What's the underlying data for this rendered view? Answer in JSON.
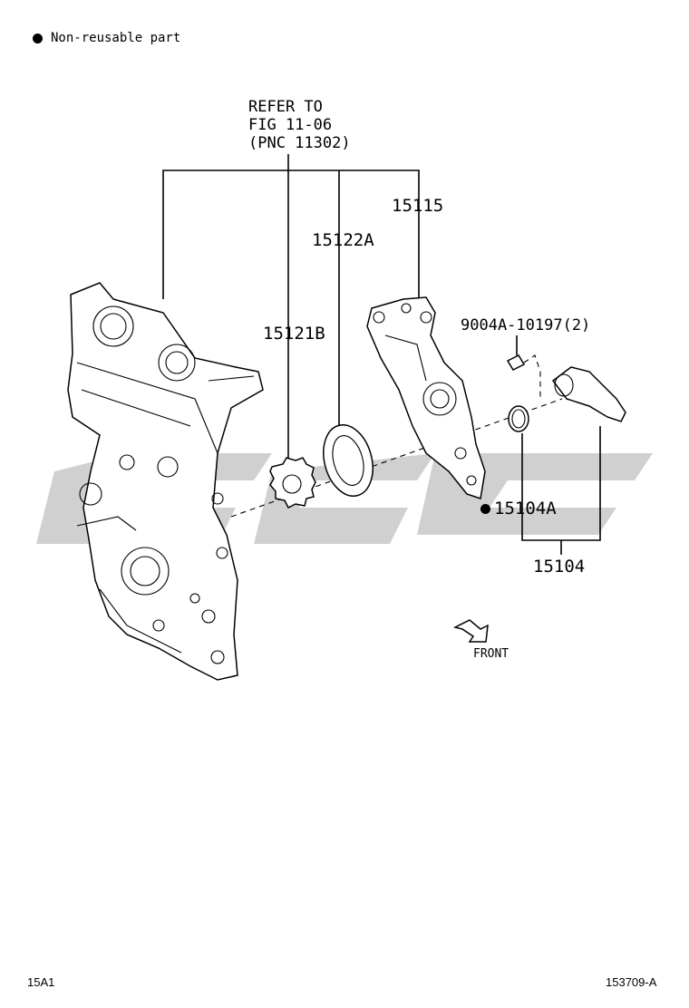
{
  "legend": {
    "bullet_text": "Non-reusable part"
  },
  "reference": {
    "line1": "REFER TO",
    "line2": "FIG 11-06",
    "line3": "(PNC 11302)"
  },
  "parts": {
    "p15115": "15115",
    "p15122A": "15122A",
    "p15121B": "15121B",
    "bolt": "9004A-10197(2)",
    "p15104A": "15104A",
    "p15104": "15104"
  },
  "front_label": "FRONT",
  "footer": {
    "left": "15A1",
    "right": "153709-A"
  },
  "colors": {
    "line": "#000000",
    "watermark": "#c8c8c8",
    "background": "#ffffff"
  }
}
